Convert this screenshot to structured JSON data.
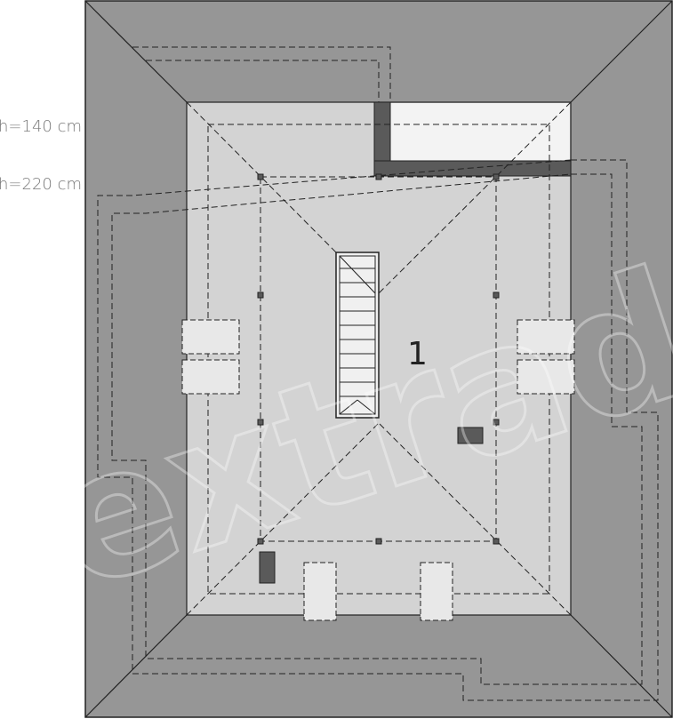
{
  "labels": {
    "h140": "h=140 cm",
    "h220": "h=220 cm"
  },
  "room": {
    "number": "1"
  },
  "watermark": "extradom",
  "colors": {
    "roof": "#969696",
    "floor": "#d3d3d3",
    "wall": "#5a5a5a",
    "void": "#f3f3f3",
    "line": "#222222"
  }
}
